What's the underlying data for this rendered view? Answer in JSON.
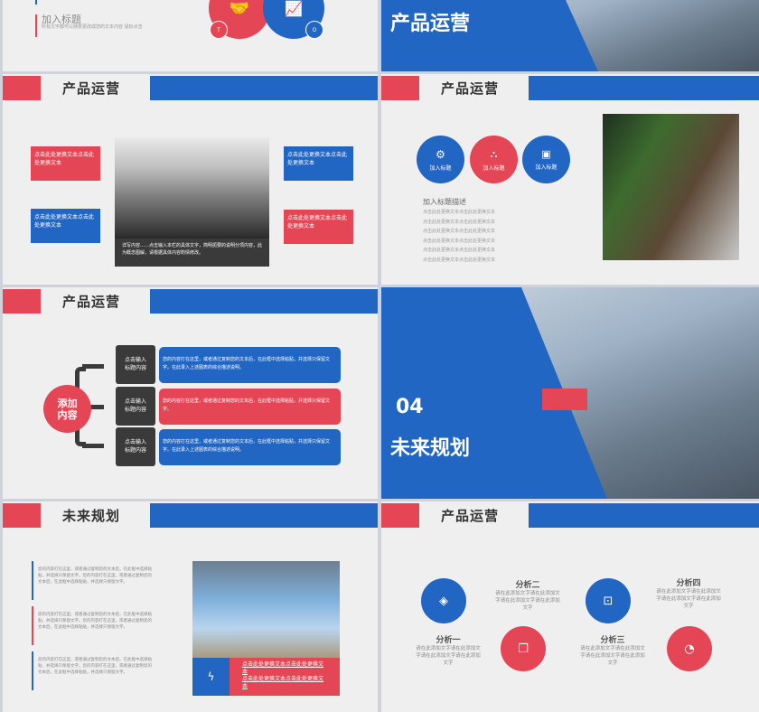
{
  "slide_top_left": {
    "heading": "加入标题",
    "desc": "所有文字都可以随意更改成您的文本内容 鼠标点击",
    "badge_left": "T",
    "badge_right": "O",
    "colors": {
      "red": "#e44656",
      "blue": "#2266c4"
    }
  },
  "slide_top_right": {
    "title": "产品运营"
  },
  "slide_callouts": {
    "title": "产品运营",
    "boxes": [
      "点击此处更换文本点击此处更换文本",
      "点击此处更换文本点击此处更换文本",
      "点击此处更换文本点击此处更换文本",
      "点击此处更换文本点击此处更换文本"
    ],
    "caption": "详写内容……点击输入本栏的具体文字，简明扼要的说明分项内容，此为概念图解，请根据具体内容酌情修改。"
  },
  "slide_icons": {
    "title": "产品运营",
    "circles": [
      {
        "label": "加入标题",
        "icon": "gear-icon"
      },
      {
        "label": "加入标题",
        "icon": "share-icon"
      },
      {
        "label": "加入标题",
        "icon": "presentation-icon"
      }
    ],
    "desc_title": "加入标题描述",
    "desc_lines": [
      "点击此处更换文本点击此处更换文本",
      "点击此处更换文本点击此处更换文本",
      "点击此处更换文本点击此处更换文本",
      "点击此处更换文本点击此处更换文本",
      "点击此处更换文本点击此处更换文本",
      "点击此处更换文本点击此处更换文本"
    ]
  },
  "slide_branch": {
    "title": "产品运营",
    "center": "添加内容",
    "items": [
      {
        "label": "点击输入标题内容",
        "text": "您的内容打在这里，或者通过复制您的文本后，在此框中选择粘贴，并选择只保留文字。在此录入上述图表的综合描述说明。"
      },
      {
        "label": "点击输入标题内容",
        "text": "您的内容打在这里，或者通过复制您的文本后，在此框中选择粘贴，并选择只保留文字。"
      },
      {
        "label": "点击输入标题内容",
        "text": "您的内容打在这里，或者通过复制您的文本后，在此框中选择粘贴，并选择只保留文字。在此录入上述图表的综合描述说明。"
      }
    ]
  },
  "slide_section": {
    "number": "04",
    "title": "未来规划"
  },
  "slide_future": {
    "title": "未来规划",
    "paragraphs": [
      "您的内容打在这里，或者通过复制您的文本后，在此框中选择粘贴，并选择只保留文字。您的内容打在这里，或者通过复制您的文本后，在此框中选择粘贴，并选择只保留文字。",
      "您的内容打在这里，或者通过复制您的文本后，在此框中选择粘贴，并选择只保留文字。您的内容打在这里，或者通过复制您的文本后，在此框中选择粘贴，并选择只保留文字。",
      "您的内容打在这里，或者通过复制您的文本后，在此框中选择粘贴，并选择只保留文字。您的内容打在这里，或者通过复制您的文本后，在此框中选择粘贴，并选择只保留文字。"
    ],
    "caption": "点击此处更换文本点击此处更换文本\n点击此处更换文本点击此处更换文本"
  },
  "slide_analysis": {
    "title": "产品运营",
    "items": [
      {
        "title": "分析一",
        "text": "请在此添加文字请在此添加文字请在此添加文字请在此添加文字"
      },
      {
        "title": "分析二",
        "text": "请在此添加文字请在此添加文字请在此添加文字请在此添加文字"
      },
      {
        "title": "分析三",
        "text": "请在此添加文字请在此添加文字请在此添加文字请在此添加文字"
      },
      {
        "title": "分析四",
        "text": "请在此添加文字请在此添加文字请在此添加文字请在此添加文字"
      }
    ]
  }
}
